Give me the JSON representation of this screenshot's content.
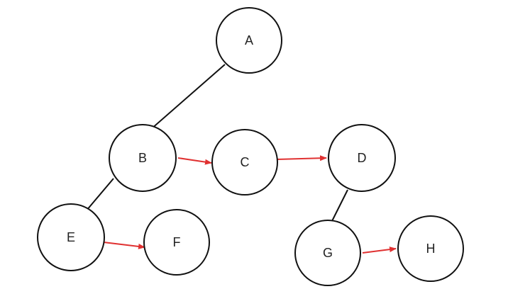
{
  "nodes": [
    {
      "id": "A",
      "label": "A"
    },
    {
      "id": "B",
      "label": "B"
    },
    {
      "id": "C",
      "label": "C"
    },
    {
      "id": "D",
      "label": "D"
    },
    {
      "id": "E",
      "label": "E"
    },
    {
      "id": "F",
      "label": "F"
    },
    {
      "id": "G",
      "label": "G"
    },
    {
      "id": "H",
      "label": "H"
    }
  ],
  "tree_edges": [
    {
      "from": "A",
      "to": "B"
    },
    {
      "from": "B",
      "to": "E"
    },
    {
      "from": "D",
      "to": "G"
    }
  ],
  "sibling_arrows": [
    {
      "from": "B",
      "to": "C"
    },
    {
      "from": "C",
      "to": "D"
    },
    {
      "from": "E",
      "to": "F"
    },
    {
      "from": "G",
      "to": "H"
    }
  ],
  "colors": {
    "node_stroke": "#111111",
    "tree_edge": "#111111",
    "arrow": "#e03131"
  }
}
